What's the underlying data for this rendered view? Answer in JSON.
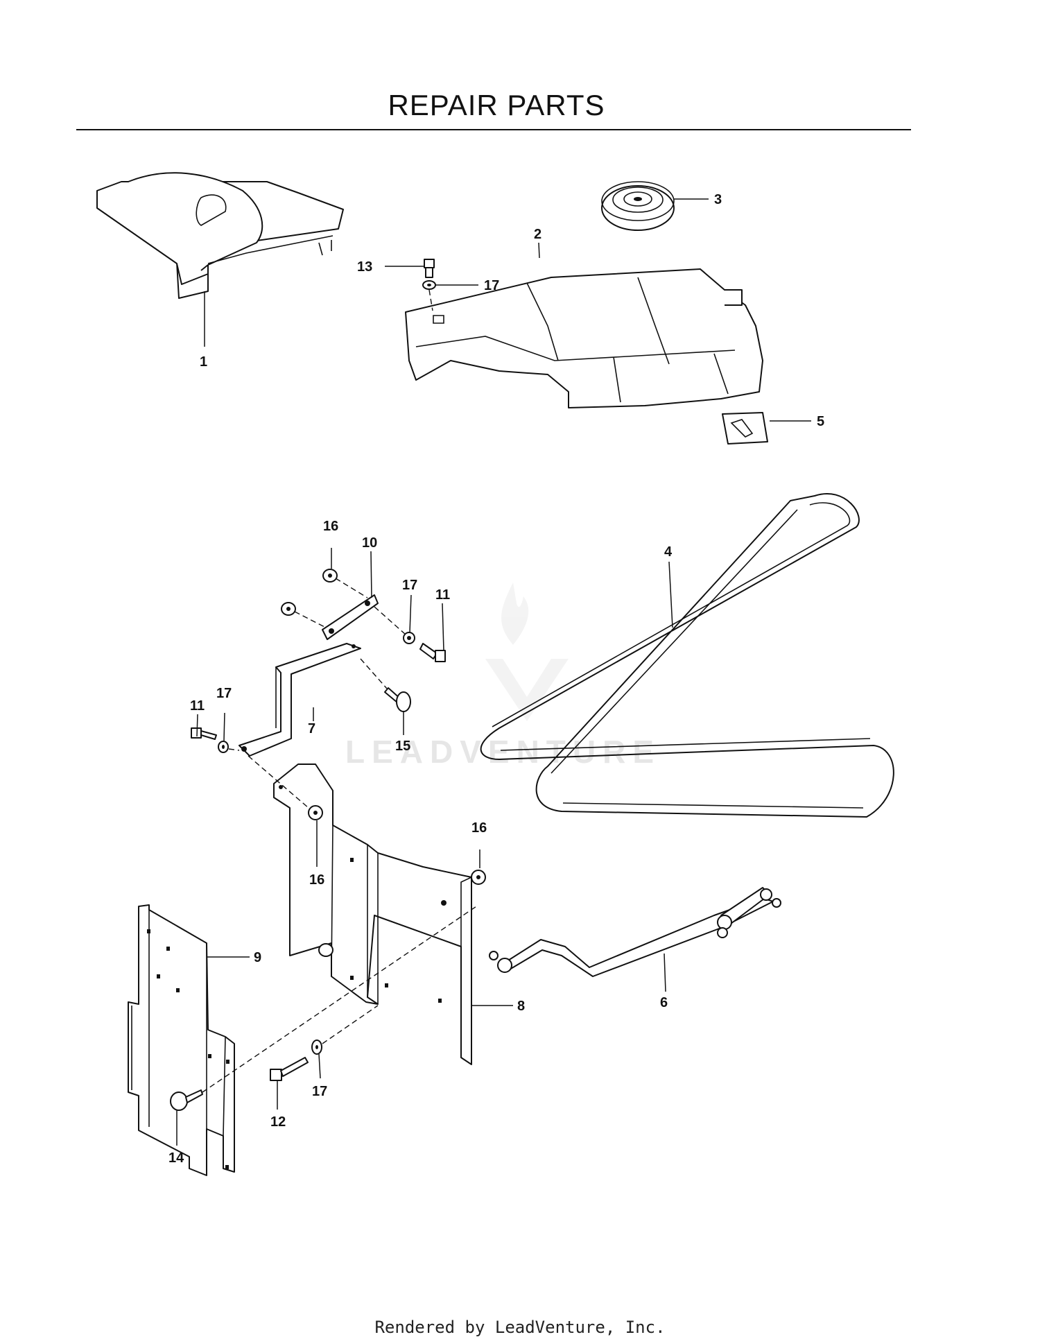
{
  "page": {
    "title": "REPAIR PARTS",
    "footer": "Rendered by LeadVenture, Inc.",
    "watermark": "LEADVENTURE"
  },
  "callouts": [
    {
      "id": "c1",
      "label": "1"
    },
    {
      "id": "c2",
      "label": "2"
    },
    {
      "id": "c3",
      "label": "3"
    },
    {
      "id": "c4",
      "label": "4"
    },
    {
      "id": "c5",
      "label": "5"
    },
    {
      "id": "c6",
      "label": "6"
    },
    {
      "id": "c7",
      "label": "7"
    },
    {
      "id": "c8",
      "label": "8"
    },
    {
      "id": "c9",
      "label": "9"
    },
    {
      "id": "c10",
      "label": "10"
    },
    {
      "id": "c11a",
      "label": "11"
    },
    {
      "id": "c11b",
      "label": "11"
    },
    {
      "id": "c12",
      "label": "12"
    },
    {
      "id": "c13",
      "label": "13"
    },
    {
      "id": "c14",
      "label": "14"
    },
    {
      "id": "c15",
      "label": "15"
    },
    {
      "id": "c16a",
      "label": "16"
    },
    {
      "id": "c16b",
      "label": "16"
    },
    {
      "id": "c16c",
      "label": "16"
    },
    {
      "id": "c17a",
      "label": "17"
    },
    {
      "id": "c17b",
      "label": "17"
    },
    {
      "id": "c17c",
      "label": "17"
    },
    {
      "id": "c17d",
      "label": "17"
    }
  ]
}
